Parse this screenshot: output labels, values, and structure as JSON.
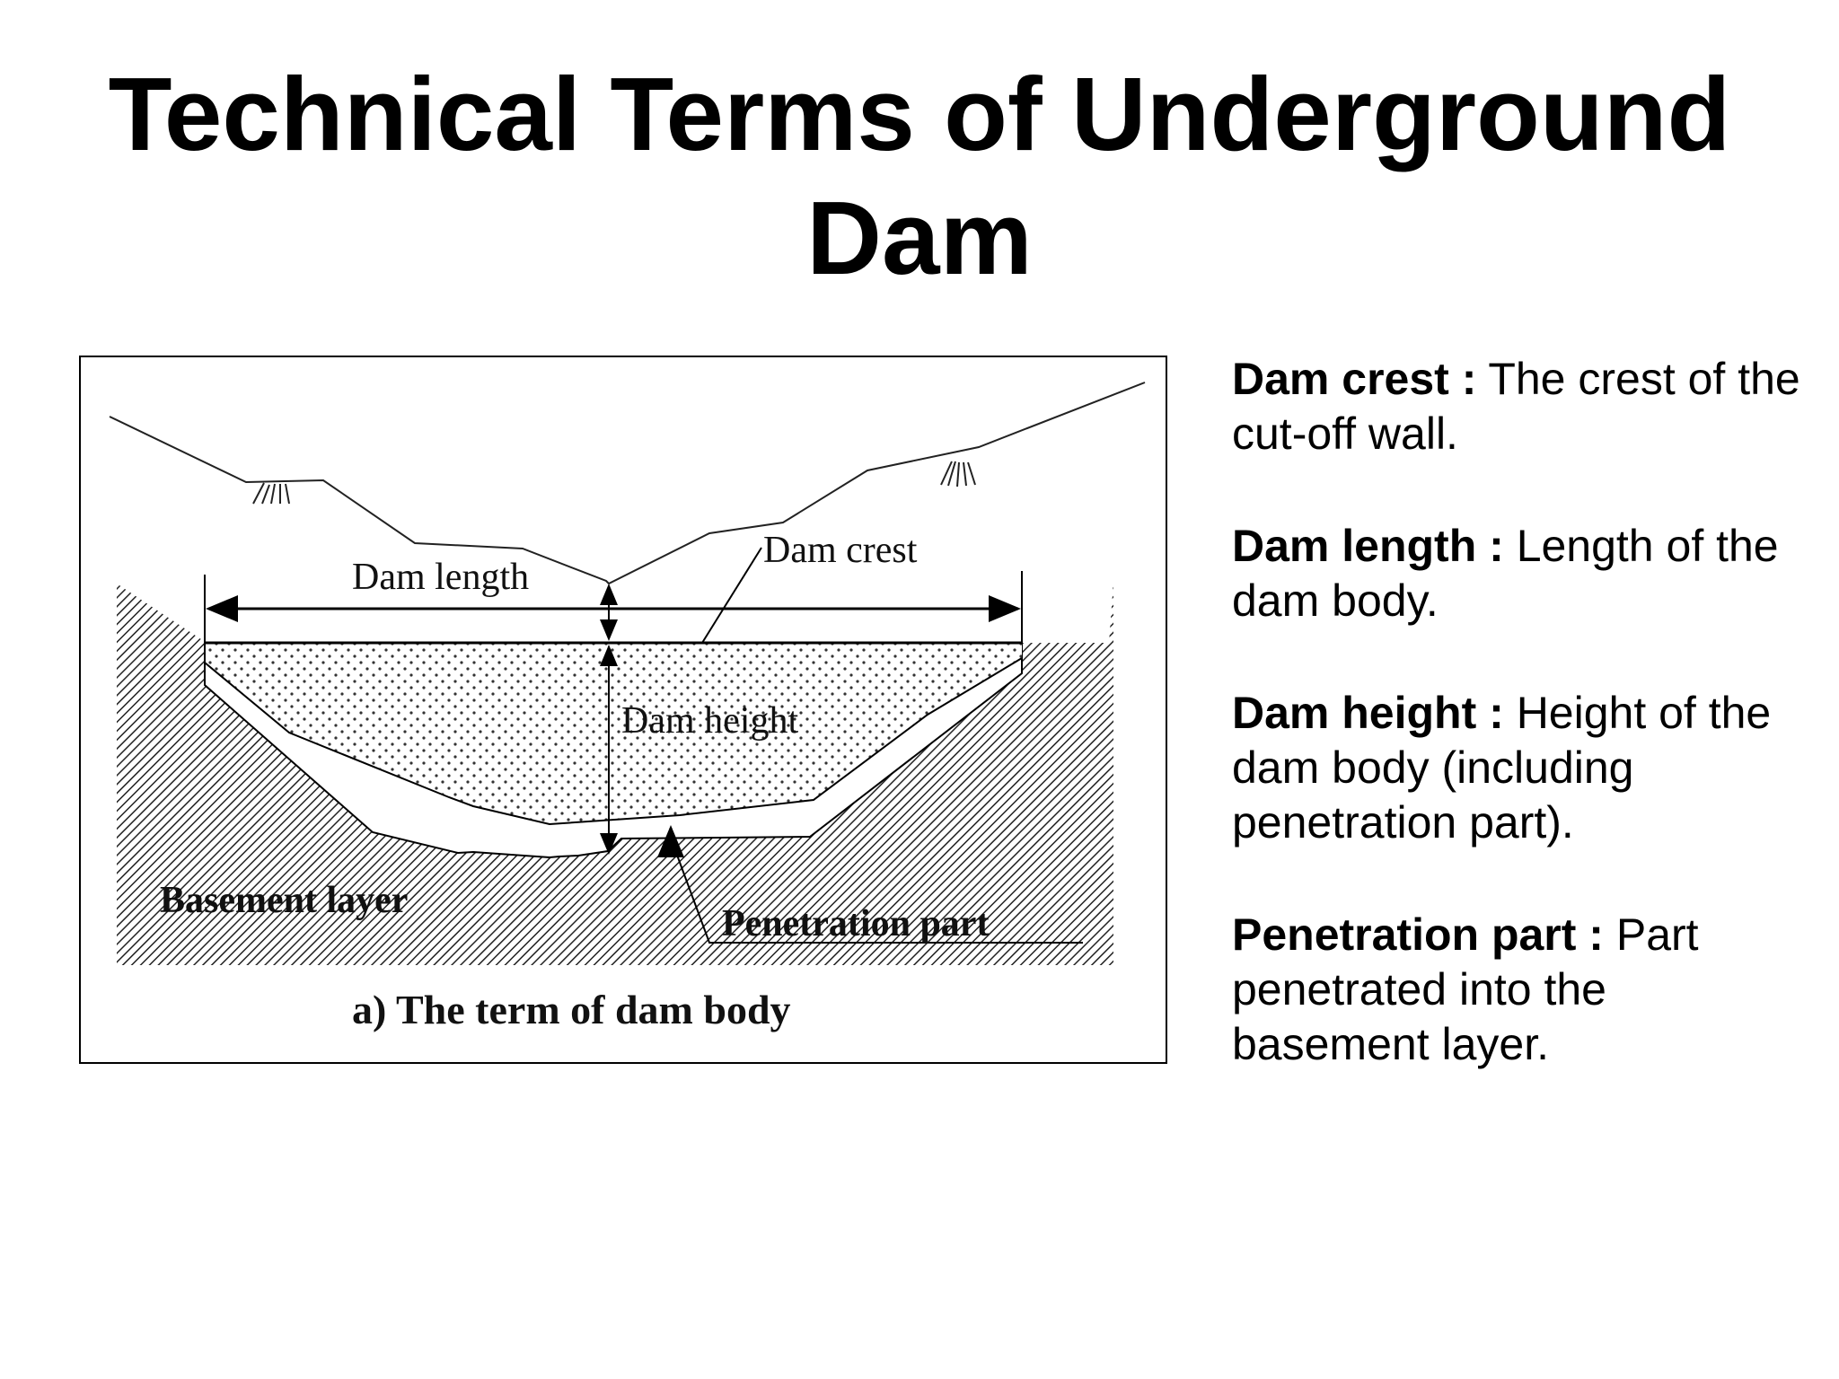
{
  "title": {
    "line1": "Technical Terms of Underground",
    "line2": "Dam"
  },
  "diagram": {
    "labels": {
      "dam_length": "Dam length",
      "dam_crest": "Dam crest",
      "dam_height": "Dam height",
      "basement_layer": "Basement layer",
      "penetration_part": "Penetration part"
    },
    "caption": "a) The term of dam body"
  },
  "definitions": [
    {
      "term": "Dam crest :",
      "text": " The crest of the cut-off wall."
    },
    {
      "term": "Dam length :",
      "text": " Length of the dam body."
    },
    {
      "term": "Dam height :",
      "text": " Height of the dam body (including penetration part)."
    },
    {
      "term": "Penetration part :",
      "text": " Part penetrated into the basement layer."
    }
  ]
}
